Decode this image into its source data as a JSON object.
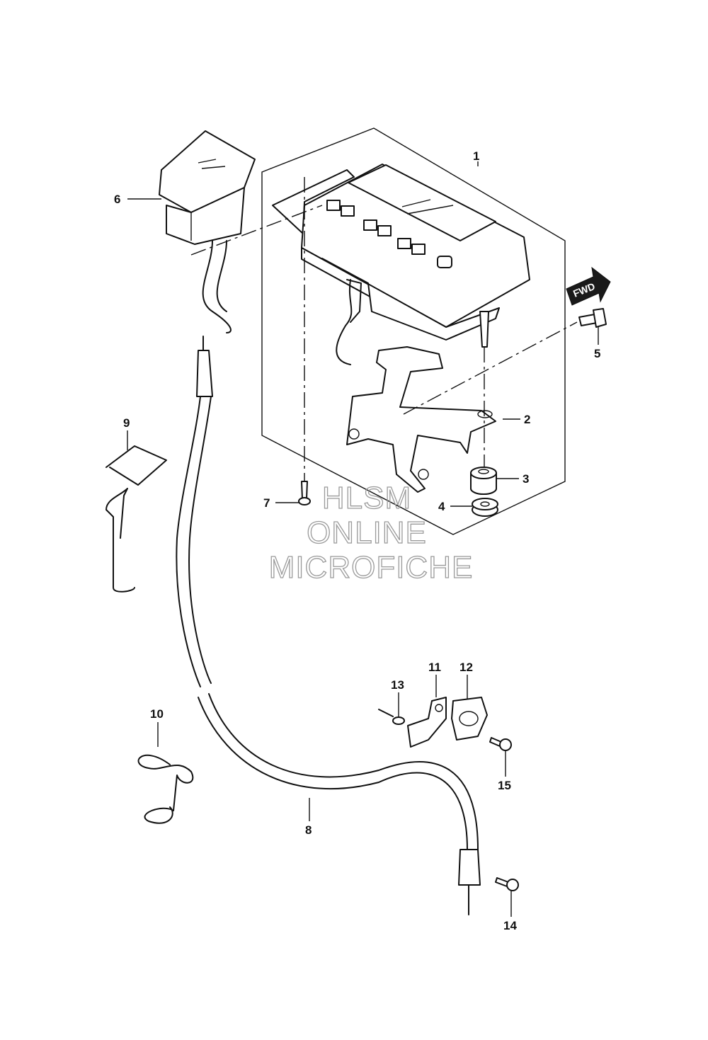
{
  "diagram": {
    "fwd_label": "FWD",
    "watermark": [
      "HLSM",
      "ONLINE",
      "MICROFICHE"
    ],
    "callouts": {
      "c1": "1",
      "c2": "2",
      "c3": "3",
      "c4": "4",
      "c5": "5",
      "c6": "6",
      "c7": "7",
      "c8": "8",
      "c9": "9",
      "c10": "10",
      "c11": "11",
      "c12": "12",
      "c13": "13",
      "c14": "14",
      "c15": "15"
    }
  }
}
